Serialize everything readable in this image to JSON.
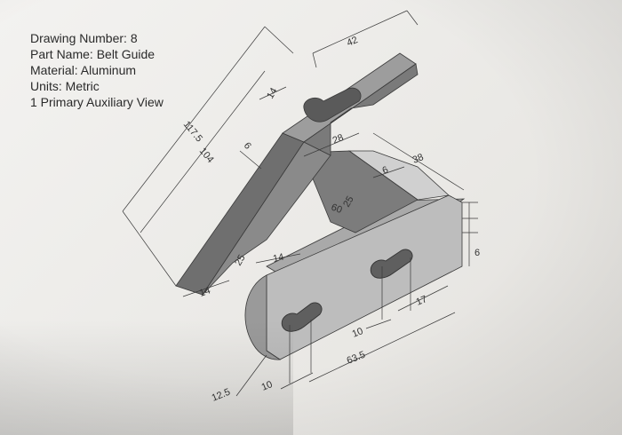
{
  "title_block": {
    "drawing_number": "Drawing Number: 8",
    "part_name": "Part Name: Belt Guide",
    "material": "Material: Aluminum",
    "units": "Units: Metric",
    "view_note": "1 Primary Auxiliary View"
  },
  "dimensions": {
    "d_42": "42",
    "d_117_5": "117.5",
    "d_104": "104",
    "d_14_top": "14",
    "d_6_left": "6",
    "d_28": "28",
    "d_60": "60",
    "d_25_mid": "25",
    "d_6_mid": "6",
    "d_38": "38",
    "d_25_low": "25",
    "d_14_low": "14",
    "d_14_base": "14",
    "d_6_right": "6",
    "d_17": "17",
    "d_10_right": "10",
    "d_63_5": "63.5",
    "d_10_bottom": "10",
    "d_12_5": "12.5"
  },
  "colors": {
    "part_dark": "#6f6f6f",
    "part_mid": "#8e8e8e",
    "part_light": "#bdbdbd",
    "line": "#3a3a3a"
  }
}
